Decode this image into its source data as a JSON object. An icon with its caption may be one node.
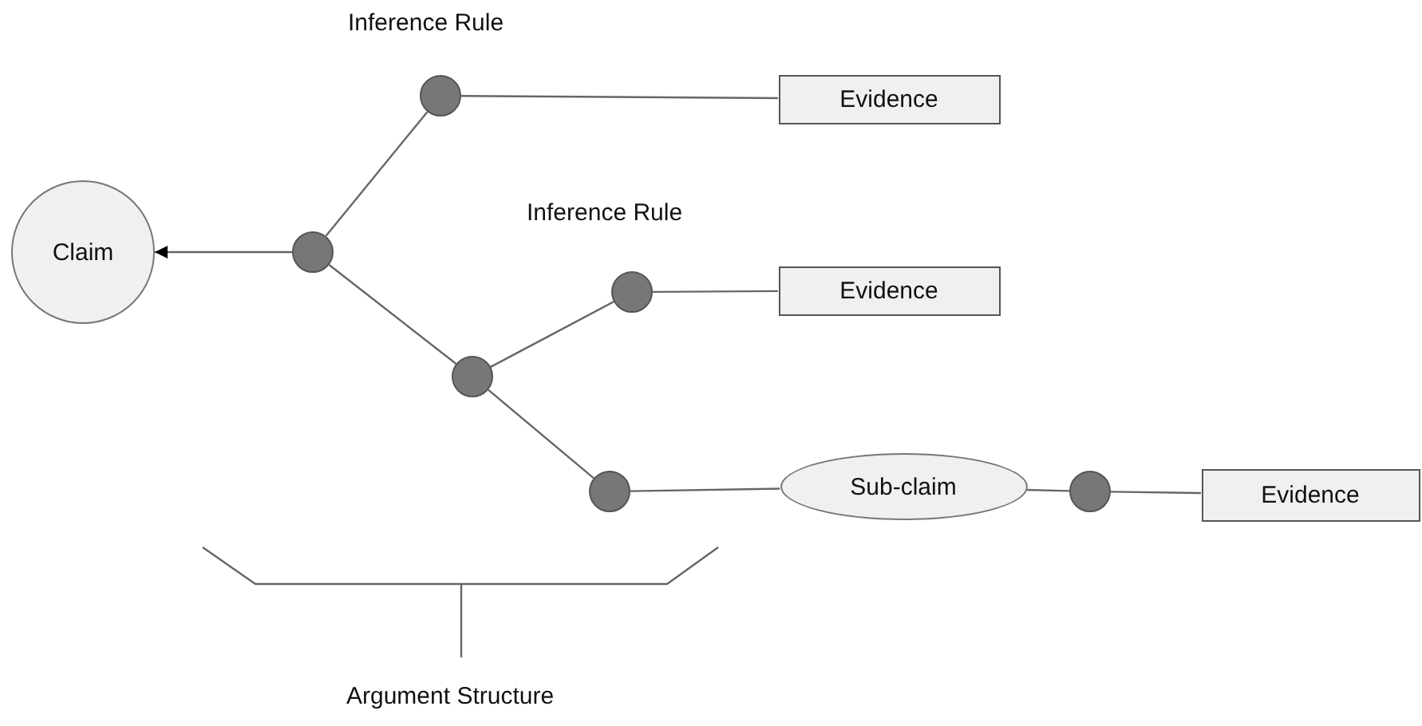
{
  "diagram": {
    "nodes": [
      {
        "text": [
          "Claim"
        ]
      },
      {
        "text": [],
        "shape": "circle"
      },
      {
        "text": [],
        "shape": "circle"
      },
      {
        "text": [
          "Evidence"
        ]
      },
      {
        "text": [],
        "shape": "circle"
      },
      {
        "text": [],
        "shape": "circle"
      },
      {
        "text": [
          "Evidence"
        ]
      },
      {
        "text": [],
        "shape": "circle"
      },
      {
        "text": [
          "Sub-claim"
        ]
      },
      {
        "text": [],
        "shape": "circle"
      },
      {
        "text": [
          "Evidence"
        ]
      }
    ],
    "edges": [
      {
        "from": 1,
        "to": 0,
        "arrow": "to"
      },
      {
        "from": 1,
        "to": 2,
        "arrow": "none"
      },
      {
        "from": 2,
        "to": 3,
        "arrow": "none"
      },
      {
        "from": 1,
        "to": 4,
        "arrow": "none"
      },
      {
        "from": 4,
        "to": 5,
        "arrow": "none"
      },
      {
        "from": 5,
        "to": 6,
        "arrow": "none"
      },
      {
        "from": 4,
        "to": 7,
        "arrow": "none"
      },
      {
        "from": 7,
        "to": 8,
        "arrow": "none"
      },
      {
        "from": 8,
        "to": 9,
        "arrow": "none"
      },
      {
        "from": 9,
        "to": 10,
        "arrow": "none"
      }
    ],
    "labels": [
      "Inference Rule",
      "Inference Rule",
      "Argument Structure"
    ]
  }
}
